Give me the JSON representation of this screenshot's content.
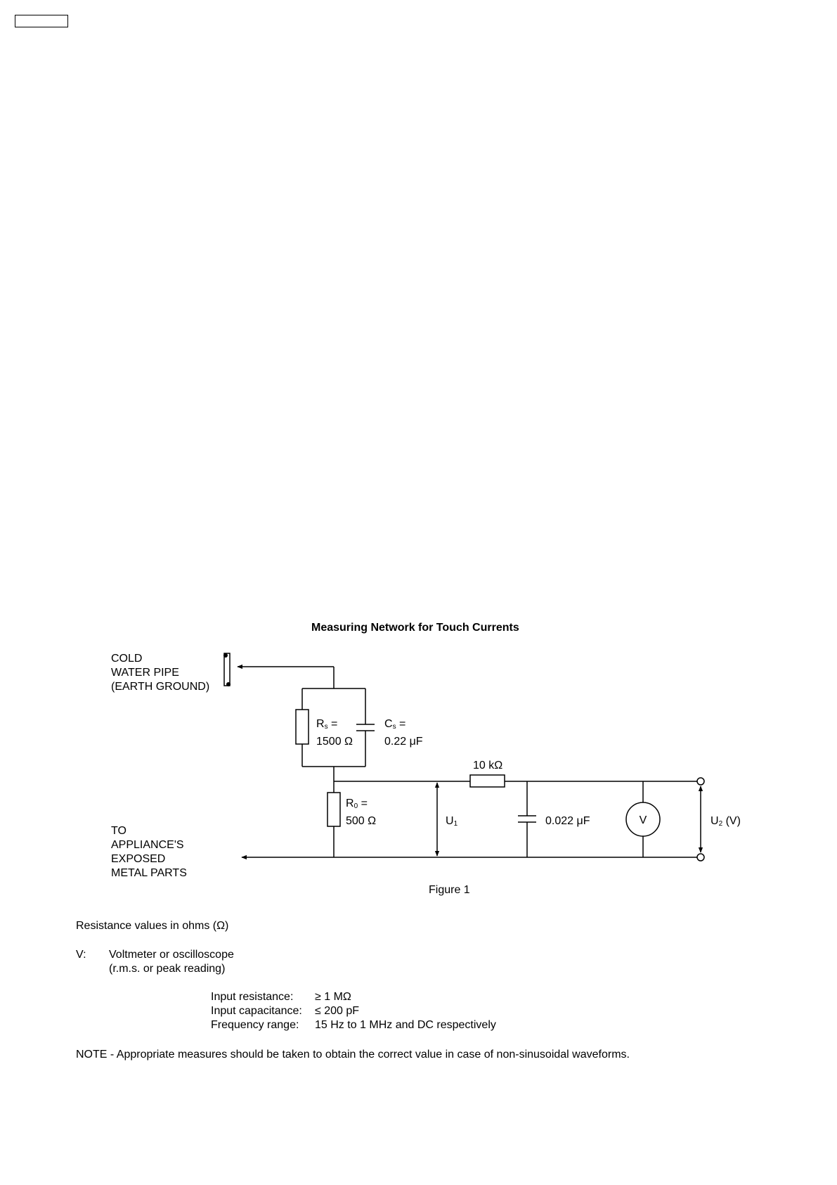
{
  "diagram": {
    "title": "Measuring Network for Touch Currents",
    "ground_label": [
      "COLD",
      "WATER PIPE",
      "(EARTH GROUND)"
    ],
    "appliance_label": [
      "TO",
      "APPLIANCE'S",
      "EXPOSED",
      "METAL PARTS"
    ],
    "rs": {
      "symbol": "R",
      "sub": "s",
      "eq": " =",
      "value": "1500 Ω"
    },
    "cs": {
      "symbol": "C",
      "sub": "s",
      "eq": " =",
      "value": "0.22 μF"
    },
    "r0": {
      "symbol": "R",
      "sub": "0",
      "eq": " =",
      "value": "500 Ω"
    },
    "r10k": {
      "value": "10 kΩ"
    },
    "c2": {
      "value": "0.022 μF"
    },
    "voltmeter": {
      "label": "V"
    },
    "u1": {
      "symbol": "U",
      "sub": "1"
    },
    "u2": {
      "symbol": "U",
      "sub": "2",
      "suffix": " (V)"
    },
    "caption": "Figure 1"
  },
  "notes": {
    "resistance_units": "Resistance values in ohms (Ω)",
    "v_key": "V:",
    "v_desc": "Voltmeter or oscilloscope",
    "v_reading": "(r.m.s. or peak reading)",
    "specs": [
      {
        "label": "Input resistance:",
        "value": "≥ 1 MΩ"
      },
      {
        "label": "Input capacitance:",
        "value": "≤ 200 pF"
      },
      {
        "label": "Frequency range:",
        "value": "15 Hz to 1 MHz and DC respectively"
      }
    ],
    "note": "NOTE - Appropriate measures should be taken to obtain the correct value in case of non-sinusoidal waveforms."
  }
}
